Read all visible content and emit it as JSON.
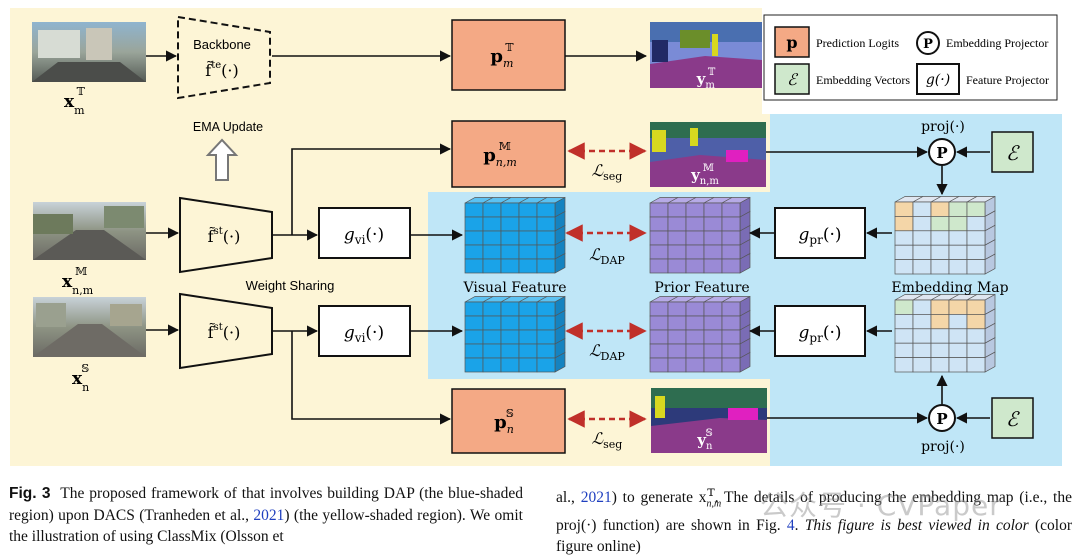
{
  "figure": {
    "labels": {
      "backbone": "Backbone",
      "f_te": "f̃",
      "f_te_sup": "te",
      "f_st": "f̃",
      "f_st_sup": "st",
      "func_arg": "(·)",
      "ema": "EMA Update",
      "weight_sharing": "Weight  Sharing",
      "g": "g",
      "g_vi_sub": "vi",
      "g_pr_sub": "pr",
      "p": "p",
      "x": "x",
      "y": "y",
      "sup_T": "𝕋",
      "sup_M": "𝕄",
      "sup_S": "𝕊",
      "sub_m": "m",
      "sub_nm": "n,m",
      "sub_n": "n",
      "L": "ℒ",
      "L_seg": "seg",
      "L_dap": "DAP",
      "visual_feature": "Visual Feature",
      "prior_feature": "Prior Feature",
      "embedding_map": "Embedding Map",
      "proj": "proj(·)",
      "P": "P",
      "E": "ℰ"
    },
    "legend": {
      "p_sym": "p",
      "p_text": "Prediction Logits",
      "P_sym": "P",
      "P_text": "Embedding Projector",
      "E_sym": "ℰ",
      "E_text": "Embedding Vectors",
      "g_sym": "g(·)",
      "g_text": "Feature  Projector"
    },
    "colors": {
      "yellow_region": "#fdf5d6",
      "blue_region": "#bfe6f7",
      "logits": "#f4a985",
      "embedding_vec": "#cfe8cc",
      "visual_cube": "#1aa3e8",
      "prior_cube": "#9a8ad6",
      "dashed_arrow": "#c0302a"
    }
  },
  "caption": {
    "fig_label": "Fig. 3",
    "left_1": "The proposed framework of that involves building DAP (the blue-shaded region) upon DACS (Tranheden et al., ",
    "left_ref1": "2021",
    "left_2": ") (the yellow-shaded region). We omit the illustration of using ClassMix (Olsson et",
    "right_1": "al., ",
    "right_ref1": "2021",
    "right_2": ") to generate x",
    "right_x_sub": "n,m",
    "right_x_sup": "𝕋",
    "right_3": ". The details of producing the embedding map (i.e., the proj(·) function) are shown in Fig. ",
    "right_ref2": "4",
    "right_4": ". ",
    "right_italic": "This figure is best viewed in color",
    "right_5": " (color figure online)"
  },
  "watermark": "公众号 · CVPaper"
}
